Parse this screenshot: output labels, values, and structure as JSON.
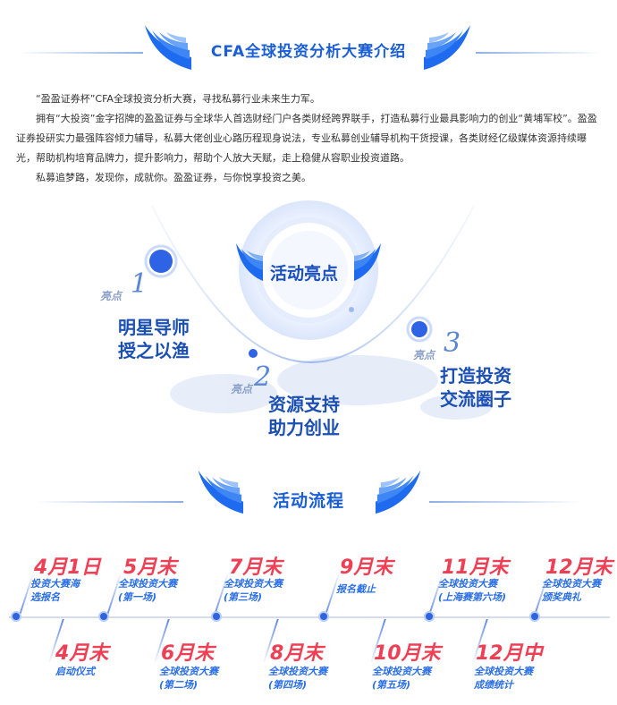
{
  "intro_section": {
    "title": "CFA全球投资分析大赛介绍",
    "paragraphs": [
      "“盈盈证券杯”CFA全球投资分析大赛，寻找私募行业未来生力军。",
      "拥有“大投资”金字招牌的盈盈证券与全球华人首选财经门户各类财经跨界联手，打造私募行业最具影响力的创业“黄埔军校”。盈盈证券投研实力最强阵容倾力辅导，私募大佬创业心路历程现身说法，专业私募创业辅导机构干货授课，各类财经亿级媒体资源持续曝光，帮助机构培育品牌力，提升影响力，帮助个人放大天赋，走上稳健从容职业投资道路。",
      "私募追梦路，发现你，成就你。盈盈证券，与你悦享投资之美。"
    ]
  },
  "highlights": {
    "center_title": "活动亮点",
    "tag": "亮点",
    "items": [
      {
        "num": "1",
        "line1": "明星导师",
        "line2": "授之以渔"
      },
      {
        "num": "2",
        "line1": "资源支持",
        "line2": "助力创业"
      },
      {
        "num": "3",
        "line1": "打造投资",
        "line2": "交流圈子"
      }
    ]
  },
  "process_section": {
    "title": "活动流程",
    "top_events": [
      {
        "date": "4月1日",
        "desc": [
          "投资大赛海",
          "选报名"
        ]
      },
      {
        "date": "5月末",
        "desc": [
          "全球投资大赛",
          "(第一场)"
        ]
      },
      {
        "date": "7月末",
        "desc": [
          "全球投资大赛",
          "(第三场)"
        ]
      },
      {
        "date": "9月末",
        "desc": [
          "报名截止"
        ]
      },
      {
        "date": "11月末",
        "desc": [
          "全球投资大赛",
          "(上海赛第六场)"
        ]
      },
      {
        "date": "12月末",
        "desc": [
          "全球投资大赛",
          "颁奖典礼"
        ]
      }
    ],
    "bottom_events": [
      {
        "date": "4月末",
        "desc": [
          "启动仪式"
        ]
      },
      {
        "date": "6月末",
        "desc": [
          "全球投资大赛",
          "(第二场)"
        ]
      },
      {
        "date": "8月末",
        "desc": [
          "全球投资大赛",
          "(第四场)"
        ]
      },
      {
        "date": "10月末",
        "desc": [
          "全球投资大赛",
          "(第五场)"
        ]
      },
      {
        "date": "12月中",
        "desc": [
          "全球投资大赛",
          "成绩统计"
        ]
      }
    ]
  },
  "colors": {
    "brand_blue": "#1b5fd6",
    "date_red": "#ef3f55",
    "desc_blue": "#2a6ee6",
    "dot_blue": "#2f63df"
  },
  "icons": [
    "wing-left-icon",
    "wing-right-icon",
    "world-map-icon"
  ]
}
